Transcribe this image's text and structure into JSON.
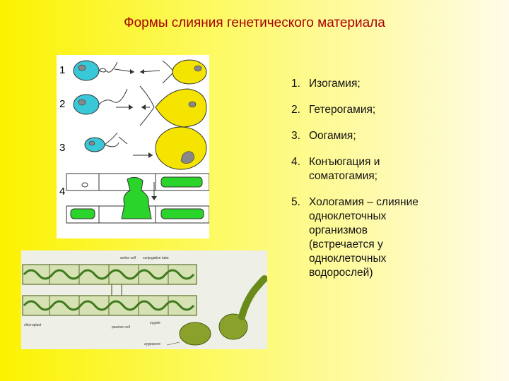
{
  "title": "Формы слияния генетического материала",
  "diagram": {
    "row_labels": [
      "1",
      "2",
      "3",
      "4"
    ]
  },
  "photo_labels": [
    "active cell",
    "conjugation tube",
    "chloroplast",
    "passive cell",
    "zygote",
    "zygospore"
  ],
  "terms": [
    {
      "num": "1.",
      "text": "Изогамия;"
    },
    {
      "num": "2.",
      "text": "Гетерогамия;"
    },
    {
      "num": "3.",
      "text": "Оогамия;"
    },
    {
      "num": "4.",
      "text": "Конъюгация и\nсоматогамия;"
    },
    {
      "num": "5.",
      "text": "Хологамия – слияние\nодноклеточных\nорганизмов\n(встречается у\nодноклеточных\nводорослей)"
    }
  ],
  "colors": {
    "title": "#a80000",
    "gamete_cyan": "#38c8d8",
    "gamete_yellow": "#f4e400",
    "filament_green": "#2bd42b"
  }
}
